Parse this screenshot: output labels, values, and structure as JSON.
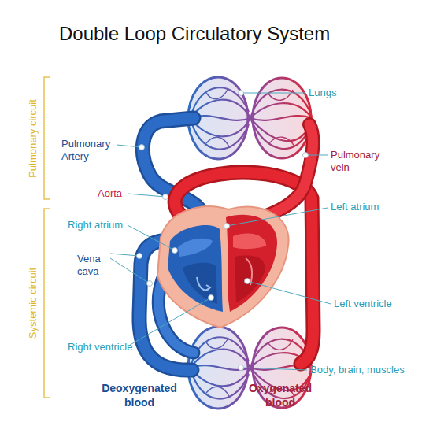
{
  "diagram": {
    "title": "Double Loop Circulatory System",
    "labels": [
      "Lungs",
      "Pulmonary Artery",
      "Pulmonary vein",
      "Aorta",
      "Left atrium",
      "Right atrium",
      "Vena cava",
      "Left ventricle",
      "Right ventricle",
      "Body, brain, muscles",
      "Deoxygenated blood",
      "Oxygenated blood",
      "Pulmonary circuit",
      "Systemic circuit"
    ]
  }
}
